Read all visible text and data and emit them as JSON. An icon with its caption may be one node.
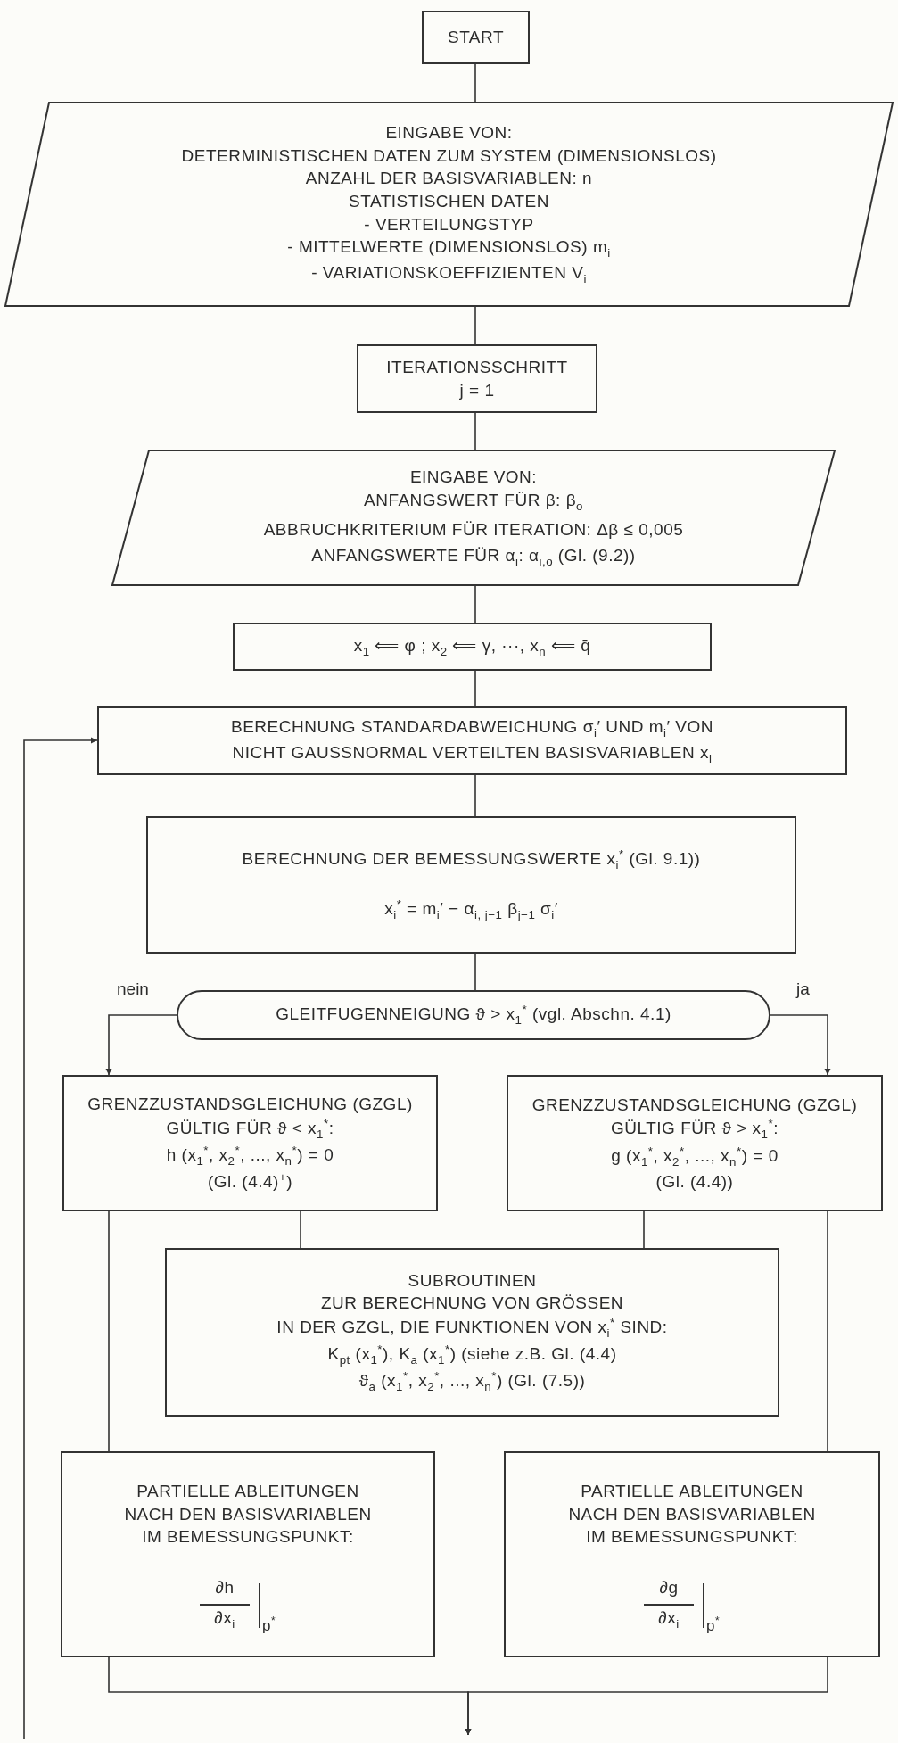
{
  "diagram": {
    "nodes": [
      {
        "text": [
          "START"
        ]
      },
      {
        "text": [
          "EINGABE VON:",
          "DETERMINISTISCHEN DATEN ZUM SYSTEM (DIMENSIONSLOS)",
          "ANZAHL DER BASISVARIABLEN: n",
          "STATISTISCHEN DATEN",
          "- VERTEILUNGSTYP",
          "- MITTELWERTE (DIMENSIONSLOS) m$_{i}$",
          "- VARIATIONSKOEFFIZIENTEN V$_{i}$"
        ]
      },
      {
        "text": [
          "ITERATIONSSCHRITT",
          "j = 1"
        ]
      },
      {
        "text": [
          "EINGABE VON:",
          "ANFANGSWERT FÜR β: β$_{o}$",
          "ABBRUCHKRITERIUM FÜR ITERATION: Δβ ≤ 0,005",
          "ANFANGSWERTE FÜR α$_{i}$: α$_{i,o}$ (Gl. (9.2))"
        ]
      },
      {
        "text": [
          "x$_{1}$ ⟸ φ ; x$_{2}$ ⟸ γ, ···, x$_{n}$ ⟸ q̄"
        ]
      },
      {
        "text": [
          "BERECHNUNG STANDARDABWEICHUNG σ$_{i}$′ UND m$_{i}$′ VON NICHT GAUSSNORMAL VERTEILTEN BASISVARIABLEN x$_{i}$"
        ]
      },
      {
        "text": [
          "BERECHNUNG DER BEMESSUNGSWERTE x$_{i}$$^{*}$ (Gl. 9.1))",
          "x$_{i}$$^{*}$ = m$_{i}$′ − α$_{i, j−1}$ β$_{j−1}$ σ$_{i}$′"
        ]
      },
      {
        "text": [
          "GLEITFUGENNEIGUNG ϑ > x$_{1}$$^{*}$ (vgl. Abschn. 4.1)"
        ]
      },
      {
        "text": [
          "GRENZZUSTANDSGLEICHUNG (GZGL)",
          "GÜLTIG FÜR ϑ < x$_{1}$$^{*}$:",
          "h (x$_{1}$$^{*}$, x$_{2}$$^{*}$, ..., x$_{n}$$^{*}$) = 0",
          "(Gl. (4.4)$^{+}$)"
        ]
      },
      {
        "text": [
          "GRENZZUSTANDSGLEICHUNG (GZGL)",
          "GÜLTIG FÜR ϑ > x$_{1}$$^{*}$:",
          "g (x$_{1}$$^{*}$, x$_{2}$$^{*}$, ..., x$_{n}$$^{*}$) = 0",
          "(Gl. (4.4))"
        ]
      },
      {
        "text": [
          "SUBROUTINEN",
          "ZUR BERECHNUNG VON GRÖSSEN",
          "IN DER GZGL, DIE FUNKTIONEN VON x$_{i}$$^{*}$ SIND:",
          "K$_{pt}$ (x$_{1}$$^{*}$), K$_{a}$ (x$_{1}$$^{*}$) (siehe z.B. Gl. (4.4)",
          "ϑ$_{a}$ (x$_{1}$$^{*}$, x$_{2}$$^{*}$, ..., x$_{n}$$^{*}$) (Gl. (7.5))"
        ]
      },
      {
        "text": [
          "PARTIELLE ABLEITUNGEN NACH DEN BASISVARIABLEN IM BEMESSUNGSPUNKT:",
          "∂h",
          "∂x$_{i}$",
          "p$^{*}$"
        ]
      },
      {
        "text": [
          "PARTIELLE ABLEITUNGEN NACH DEN BASISVARIABLEN IM BEMESSUNGSPUNKT:",
          "∂g",
          "∂x$_{i}$",
          "p$^{*}$"
        ]
      }
    ],
    "edges": [
      {
        "from": 0,
        "to": 1,
        "arrow": "none"
      },
      {
        "from": 1,
        "to": 2,
        "arrow": "none"
      },
      {
        "from": 2,
        "to": 3,
        "arrow": "none"
      },
      {
        "from": 3,
        "to": 4,
        "arrow": "none"
      },
      {
        "from": 4,
        "to": 5,
        "arrow": "none"
      },
      {
        "from": 5,
        "to": 6,
        "arrow": "none"
      },
      {
        "from": 6,
        "to": 7,
        "arrow": "none"
      },
      {
        "from": 7,
        "to": 8,
        "arrow": "to",
        "label": "nein"
      },
      {
        "from": 7,
        "to": 9,
        "arrow": "to",
        "label": "ja"
      },
      {
        "from": 8,
        "to": 10,
        "arrow": "none"
      },
      {
        "from": 9,
        "to": 10,
        "arrow": "none"
      },
      {
        "from": 8,
        "to": 11,
        "arrow": "none"
      },
      {
        "from": 9,
        "to": 12,
        "arrow": "none"
      },
      {
        "from": 11,
        "to": null,
        "arrow": "to"
      },
      {
        "from": 12,
        "to": null,
        "arrow": "to"
      },
      {
        "from": null,
        "to": 5,
        "arrow": "to"
      }
    ]
  }
}
